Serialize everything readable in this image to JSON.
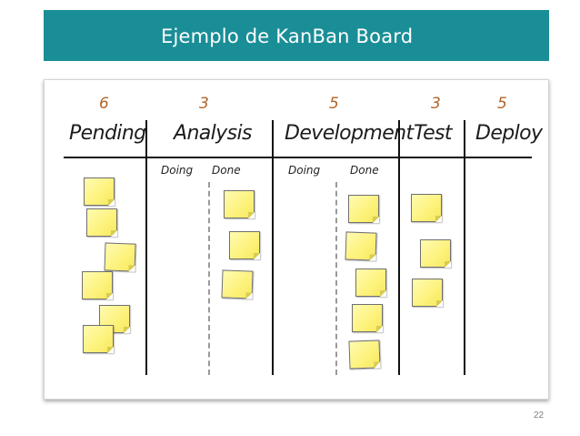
{
  "slide": {
    "title": "Ejemplo de KanBan Board",
    "page_number": "22",
    "colors": {
      "title_bar": "#1a8e97",
      "wip_numbers": "#b3652a",
      "sticky_note": "#fdf27a"
    }
  },
  "board": {
    "columns": [
      {
        "name": "Pending",
        "wip_limit": "6",
        "cards": 6
      },
      {
        "name": "Analysis",
        "wip_limit": "3",
        "subcolumns": [
          {
            "name": "Doing",
            "cards": 0
          },
          {
            "name": "Done",
            "cards": 3
          }
        ]
      },
      {
        "name": "Development",
        "wip_limit": "5",
        "subcolumns": [
          {
            "name": "Doing",
            "cards": 0
          },
          {
            "name": "Done",
            "cards": 5
          }
        ]
      },
      {
        "name": "Test",
        "wip_limit": "3",
        "cards": 3
      },
      {
        "name": "Deploy",
        "wip_limit": "5",
        "cards": 0
      }
    ]
  }
}
